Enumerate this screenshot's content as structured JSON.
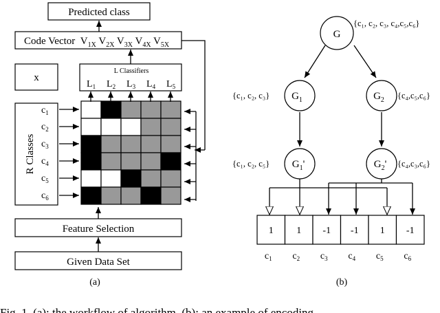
{
  "panel_a": {
    "predicted_class": "Predicted class",
    "code_vector": {
      "label": "Code Vector",
      "terms": [
        {
          "base": "V",
          "sub": "1X"
        },
        {
          "base": "V",
          "sub": "2X"
        },
        {
          "base": "V",
          "sub": "3X"
        },
        {
          "base": "V",
          "sub": "4X"
        },
        {
          "base": "V",
          "sub": "5X"
        }
      ]
    },
    "input_x": "x",
    "classifiers_title": "L Classifiers",
    "classifiers": [
      {
        "base": "L",
        "sub": "1"
      },
      {
        "base": "L",
        "sub": "2"
      },
      {
        "base": "L",
        "sub": "3"
      },
      {
        "base": "L",
        "sub": "4"
      },
      {
        "base": "L",
        "sub": "5"
      }
    ],
    "classes_title": "R Classes",
    "classes": [
      {
        "base": "c",
        "sub": "1"
      },
      {
        "base": "c",
        "sub": "2"
      },
      {
        "base": "c",
        "sub": "3"
      },
      {
        "base": "c",
        "sub": "4"
      },
      {
        "base": "c",
        "sub": "5"
      },
      {
        "base": "c",
        "sub": "6"
      }
    ],
    "matrix": [
      [
        "white",
        "black",
        "gray",
        "gray",
        "gray"
      ],
      [
        "white",
        "white",
        "white",
        "gray",
        "gray"
      ],
      [
        "black",
        "gray",
        "gray",
        "gray",
        "gray"
      ],
      [
        "black",
        "gray",
        "gray",
        "gray",
        "black"
      ],
      [
        "white",
        "white",
        "black",
        "gray",
        "gray"
      ],
      [
        "black",
        "gray",
        "gray",
        "black",
        "gray"
      ]
    ],
    "feature_selection": "Feature Selection",
    "given_data_set": "Given Data Set",
    "caption": "(a)"
  },
  "panel_b": {
    "nodes": {
      "G": {
        "base": "G",
        "sub": "",
        "prime": ""
      },
      "G1": {
        "base": "G",
        "sub": "1",
        "prime": ""
      },
      "G2": {
        "base": "G",
        "sub": "2",
        "prime": ""
      },
      "G1p": {
        "base": "G",
        "sub": "1",
        "prime": "'"
      },
      "G2p": {
        "base": "G",
        "sub": "2",
        "prime": "'"
      }
    },
    "sets": {
      "G": "{c₁, c₂, c₃, c₄,c₅,c₆}",
      "G1": "{c₁, c₂, c₃}",
      "G2": "{c₄,c₅,c₆}",
      "G1p": "{c₁, c₂, c₅}",
      "G2p": "{c₄,c₃,c₆}"
    },
    "code_values": [
      "1",
      "1",
      "-1",
      "-1",
      "1",
      "-1"
    ],
    "code_labels": [
      {
        "base": "c",
        "sub": "1"
      },
      {
        "base": "c",
        "sub": "2"
      },
      {
        "base": "c",
        "sub": "3"
      },
      {
        "base": "c",
        "sub": "4"
      },
      {
        "base": "c",
        "sub": "5"
      },
      {
        "base": "c",
        "sub": "6"
      }
    ],
    "caption": "(b)"
  },
  "figure_caption": "Fig. 1. (a): the workflow of algorithm, (b): an example of encoding",
  "colors": {
    "black": "#000000",
    "gray": "#999999",
    "white": "#ffffff"
  }
}
